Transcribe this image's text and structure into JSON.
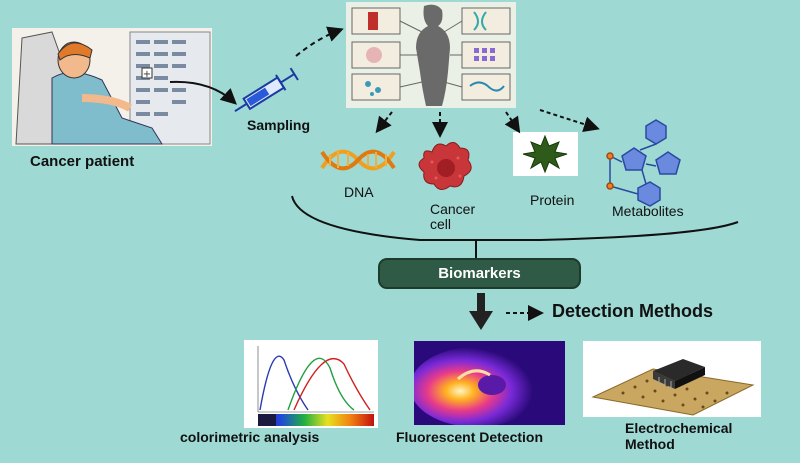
{
  "labels": {
    "cancer_patient": "Cancer patient",
    "sampling": "Sampling",
    "dna": "DNA",
    "cancer_cell_line1": "Cancer",
    "cancer_cell_line2": "cell",
    "protein": "Protein",
    "metabolites": "Metabolites",
    "biomarkers": "Biomarkers",
    "detection_methods": "Detection Methods",
    "colorimetric": "colorimetric analysis",
    "fluorescent": "Fluorescent Detection",
    "electrochemical_line1": "Electrochemical",
    "electrochemical_line2": "Method"
  },
  "colors": {
    "background": "#9ed9d4",
    "biomarker_box": "#2f5a45",
    "dna_orange": "#f0a020",
    "cell_red": "#c8363a",
    "protein_green": "#2e5a1a",
    "metabolite_blue": "#5b7fd6"
  },
  "icons": [
    "patient-illustration",
    "syringe-icon",
    "body-sampling-illustration",
    "dna-icon",
    "cancer-cell-icon",
    "protein-icon",
    "metabolite-icon",
    "spectrum-chart-image",
    "fluorescence-image",
    "electrode-chip-image"
  ]
}
